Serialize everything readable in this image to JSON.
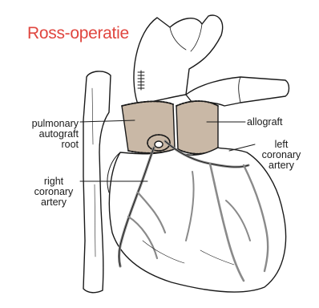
{
  "title": "Ross-operatie",
  "colors": {
    "title": "#e0463f",
    "graft_fill": "#c9b8a6",
    "ink": "#1a1a1a"
  },
  "labels": {
    "pulmonary_autograft_root": "pulmonary\nautograft\nroot",
    "allograft": "allograft",
    "left_coronary_artery": "left\ncoronary\nartery",
    "right_coronary_artery": "right\ncoronary\nartery"
  }
}
